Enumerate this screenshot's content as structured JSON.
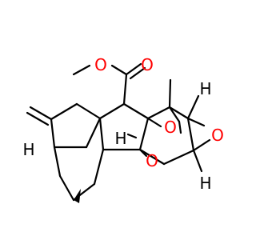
{
  "molecule": {
    "atoms": {
      "ester_oxygen_single": "O",
      "ester_oxygen_carbonyl": "O",
      "bridge_oxygen_upper": "O",
      "bridge_oxygen_lower": "O",
      "epoxide_oxygen": "O",
      "hydrogen_left": "H",
      "hydrogen_center": "H",
      "hydrogen_top_right": "H",
      "hydrogen_bottom_right": "H"
    },
    "colors": {
      "oxygen": "#ff0000",
      "bond": "#000000",
      "hydrogen": "#000000"
    }
  }
}
